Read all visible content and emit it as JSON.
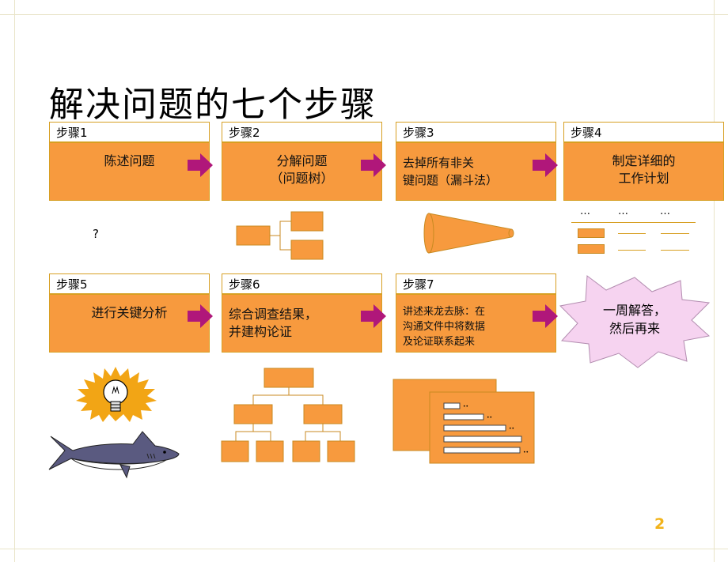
{
  "title": "解决问题的七个步骤",
  "page_number": "2",
  "colors": {
    "orange": "#f79a3e",
    "arrow": "#b0177a",
    "gold": "#d79f22",
    "burst": "#f6d3f0"
  },
  "steps": [
    {
      "header": "步骤1",
      "body": "陈述问题"
    },
    {
      "header": "步骤2",
      "body": "分解问题\n（问题树）"
    },
    {
      "header": "步骤3",
      "body": "去掉所有非关\n键问题（漏斗法）"
    },
    {
      "header": "步骤4",
      "body": "制定详细的\n工作计划"
    },
    {
      "header": "步骤5",
      "body": "进行关键分析"
    },
    {
      "header": "步骤6",
      "body": "综合调查结果，\n并建构论证"
    },
    {
      "header": "步骤7",
      "body": "讲述来龙去脉：在\n沟通文件中将数据\n及论证联系起来"
    }
  ],
  "question_mark": "?",
  "plan_dots": [
    "…",
    "…",
    "…"
  ],
  "burst_text": "一周解答，\n然后再来",
  "icons": {
    "arrow": "arrow-right-icon",
    "lightbulb": "lightbulb-icon",
    "shark": "shark-icon",
    "funnel": "funnel-icon"
  }
}
